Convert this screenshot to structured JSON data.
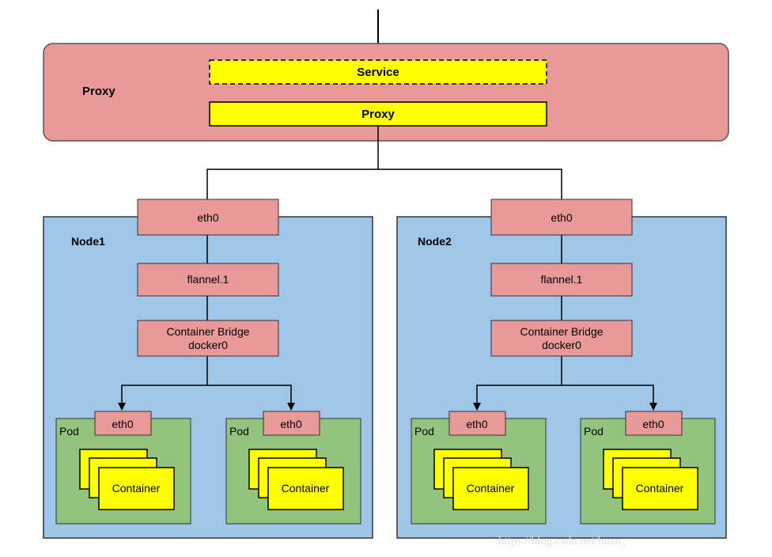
{
  "proxy_panel": {
    "label": "Proxy",
    "service_label": "Service",
    "proxy_bar_label": "Proxy"
  },
  "nodes": [
    {
      "label": "Node1",
      "eth0": "eth0",
      "flannel": "flannel.1",
      "bridge_line1": "Container Bridge",
      "bridge_line2": "docker0",
      "pods": [
        {
          "label": "Pod",
          "eth0": "eth0",
          "container": "Container"
        },
        {
          "label": "Pod",
          "eth0": "eth0",
          "container": "Container"
        }
      ]
    },
    {
      "label": "Node2",
      "eth0": "eth0",
      "flannel": "flannel.1",
      "bridge_line1": "Container Bridge",
      "bridge_line2": "docker0",
      "pods": [
        {
          "label": "Pod",
          "eth0": "eth0",
          "container": "Container"
        },
        {
          "label": "Pod",
          "eth0": "eth0",
          "container": "Container"
        }
      ]
    }
  ],
  "watermark": "https://blog.csdn.net/huan_",
  "colors": {
    "proxy_bg": "#ea9999",
    "node_bg": "#9fc5e8",
    "pod_bg": "#93c47d",
    "interface_bg": "#ea9999",
    "yellow": "#ffff00",
    "line": "#000000"
  }
}
